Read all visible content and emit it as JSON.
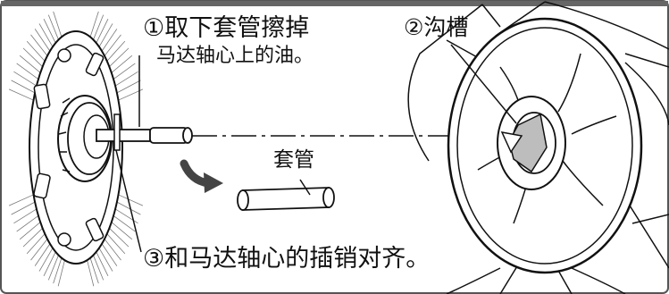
{
  "step1": {
    "title": "①取下套管擦掉",
    "subtitle": "马达轴心上的油。"
  },
  "step2": {
    "label": "②沟槽"
  },
  "step3": {
    "label": "③和马达轴心的插销对齐。"
  },
  "sleeve": {
    "label": "套管"
  },
  "colors": {
    "frame": "#555555",
    "line": "#111111",
    "arrow": "#444444",
    "shade": "#bdbdbd"
  }
}
